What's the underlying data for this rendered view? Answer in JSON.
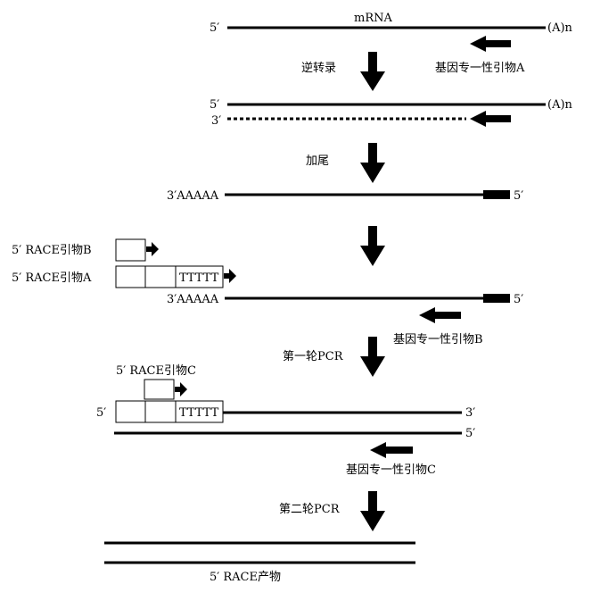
{
  "step1": {
    "five_prime": "5′",
    "mrna_label": "mRNA",
    "polyA": "(A)n",
    "primer_label": "基因专一性引物A",
    "process": "逆转录"
  },
  "step2": {
    "five_prime": "5′",
    "three_prime": "3′",
    "polyA": "(A)n",
    "process": "加尾"
  },
  "step3": {
    "tail_label": "3′AAAAA",
    "five_prime": "5′"
  },
  "step4": {
    "primer_b_label": "5′ RACE引物B",
    "primer_a_label": "5′ RACE引物A",
    "oligo_t": "TTTTT",
    "tail_label": "3′AAAAA",
    "five_prime": "5′",
    "primer_label": "基因专一性引物B",
    "process": "第一轮PCR"
  },
  "step5": {
    "primer_c_label": "5′ RACE引物C",
    "left_five_prime": "5′",
    "oligo_t": "TTTTT",
    "three_prime": "3′",
    "five_prime": "5′",
    "primer_label": "基因专一性引物C",
    "process": "第二轮PCR"
  },
  "step6": {
    "product_label": "5′ RACE产物"
  },
  "colors": {
    "ink": "#000000",
    "paper": "#ffffff"
  }
}
